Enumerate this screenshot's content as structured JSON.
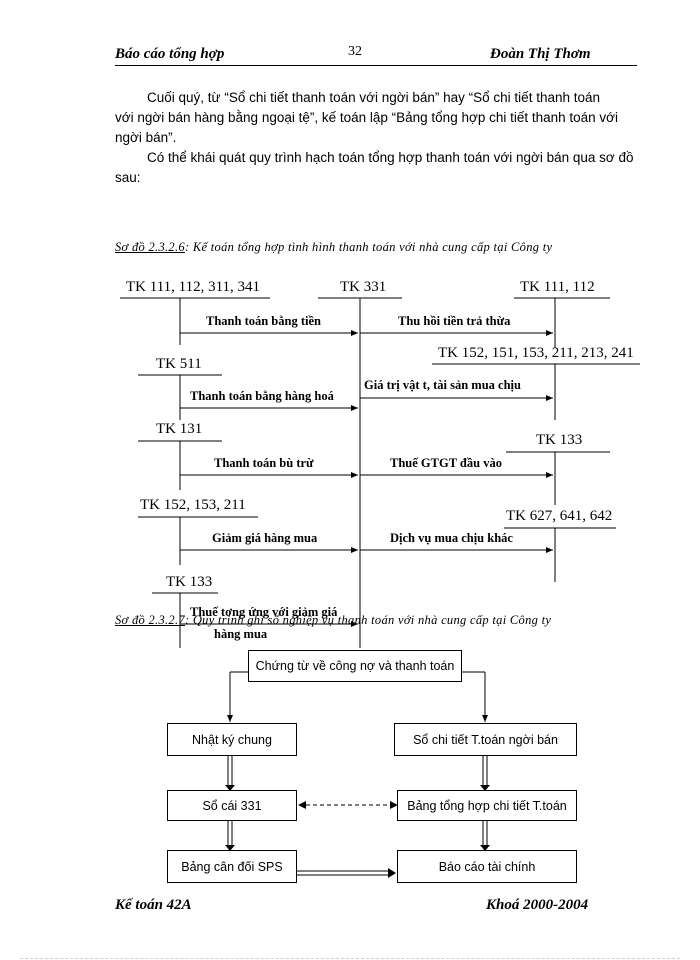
{
  "header": {
    "left": "Báo cáo tổng hợp",
    "page_number": "32",
    "right": "Đoàn Thị Thơm"
  },
  "paragraphs": {
    "p1_l1": "Cuối quý, từ “Sổ chi tiết thanh toán với ngời   bán” hay “Sổ chi tiết thanh toán",
    "p1_l2": "với ngời   bán hàng bằng ngoại tệ”, kế toán lập “Bảng tổng hợp chi tiết thanh toán với",
    "p1_l3": "ngời   bán”.",
    "p2_l1": "Có thể khái quát quy trình hạch toán tổng hợp thanh toán với ngời   bán qua sơ đồ",
    "p2_l2": "sau:"
  },
  "diagram1": {
    "caption_label": "Sơ đồ 2.3.2.6",
    "caption_text": ": Kế toán  tổng hợp tình hình thanh toán với nhà cung cấp tại Công ty",
    "accounts": {
      "tk111_112_311_341": "TK 111, 112, 311, 341",
      "tk331": "TK 331",
      "tk111_112": "TK 111, 112",
      "tk511": "TK 511",
      "tk152_long": "TK 152, 151, 153, 211, 213, 241",
      "tk131": "TK 131",
      "tk133_right": "TK 133",
      "tk152_153_211": "TK 152, 153, 211",
      "tk627_641_642": "TK 627, 641, 642",
      "tk133_left": "TK 133"
    },
    "operations": {
      "cash_payment": "Thanh toán bằng tiền",
      "refund": "Thu hồi tiền trả thừa",
      "goods_payment": "Thanh toán bằng hàng hoá",
      "assets_credit": "Giá trị vật t,    tài sản mua chịu",
      "offset_payment": "Thanh toán bù trừ",
      "input_vat": "Thuế GTGT đầu vào",
      "purchase_discount": "Giảm giá hàng mua",
      "credit_services": "Dịch vụ mua chịu khác",
      "vat_reduction_l1": "Thuế tơng   ứng với giảm giá",
      "vat_reduction_l2": "hàng mua"
    }
  },
  "diagram2": {
    "caption_label": "Sơ đồ 2.3.2.7",
    "caption_text": ": Quy trình ghi sổ nghiệp vụ thanh toán với nhà cung cấp tại Công ty",
    "boxes": {
      "vouchers": "Chứng từ về công nợ và thanh toán",
      "general_journal": "Nhật ký chung",
      "supplier_ledger": "Sổ chi tiết T.toán ngời   bán",
      "ledger_331": "Sổ cái 331",
      "detail_summary": "Bảng tổng hợp chi tiết T.toán",
      "trial_balance": "Bảng cân đối SPS",
      "financial_reports": "Báo cáo tài chính"
    }
  },
  "footer": {
    "left": "Kế toán 42A",
    "right": "Khoá  2000-2004"
  }
}
